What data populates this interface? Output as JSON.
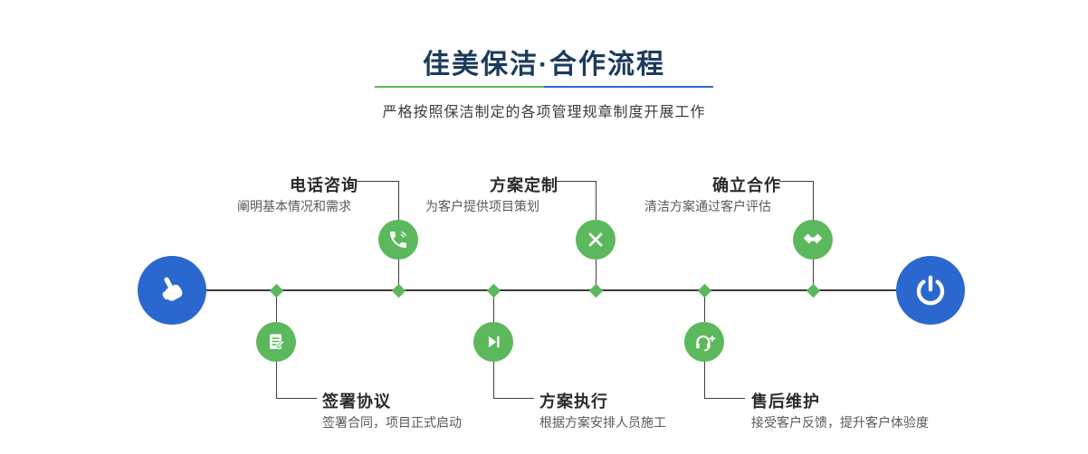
{
  "header": {
    "title": "佳美保洁·合作流程",
    "subtitle": "严格按照保洁制定的各项管理规章制度开展工作"
  },
  "timeline": {
    "start_icon": "pointing-hand-icon",
    "end_icon": "power-icon"
  },
  "steps_top": [
    {
      "title": "电话咨询",
      "desc": "阐明基本情况和需求",
      "icon": "phone-icon"
    },
    {
      "title": "方案定制",
      "desc": "为客户提供项目策划",
      "icon": "pencil-ruler-icon"
    },
    {
      "title": "确立合作",
      "desc": "清洁方案通过客户评估",
      "icon": "handshake-icon"
    }
  ],
  "steps_bottom": [
    {
      "title": "签署协议",
      "desc": "签署合同，项目正式启动",
      "icon": "document-sign-icon"
    },
    {
      "title": "方案执行",
      "desc": "根据方案安排人员施工",
      "icon": "play-icon"
    },
    {
      "title": "售后维护",
      "desc": "接受客户反馈，提升客户体验度",
      "icon": "headset-icon"
    }
  ],
  "colors": {
    "green": "#5cb85c",
    "blue": "#2a68d0",
    "navy": "#1a3b5c"
  }
}
